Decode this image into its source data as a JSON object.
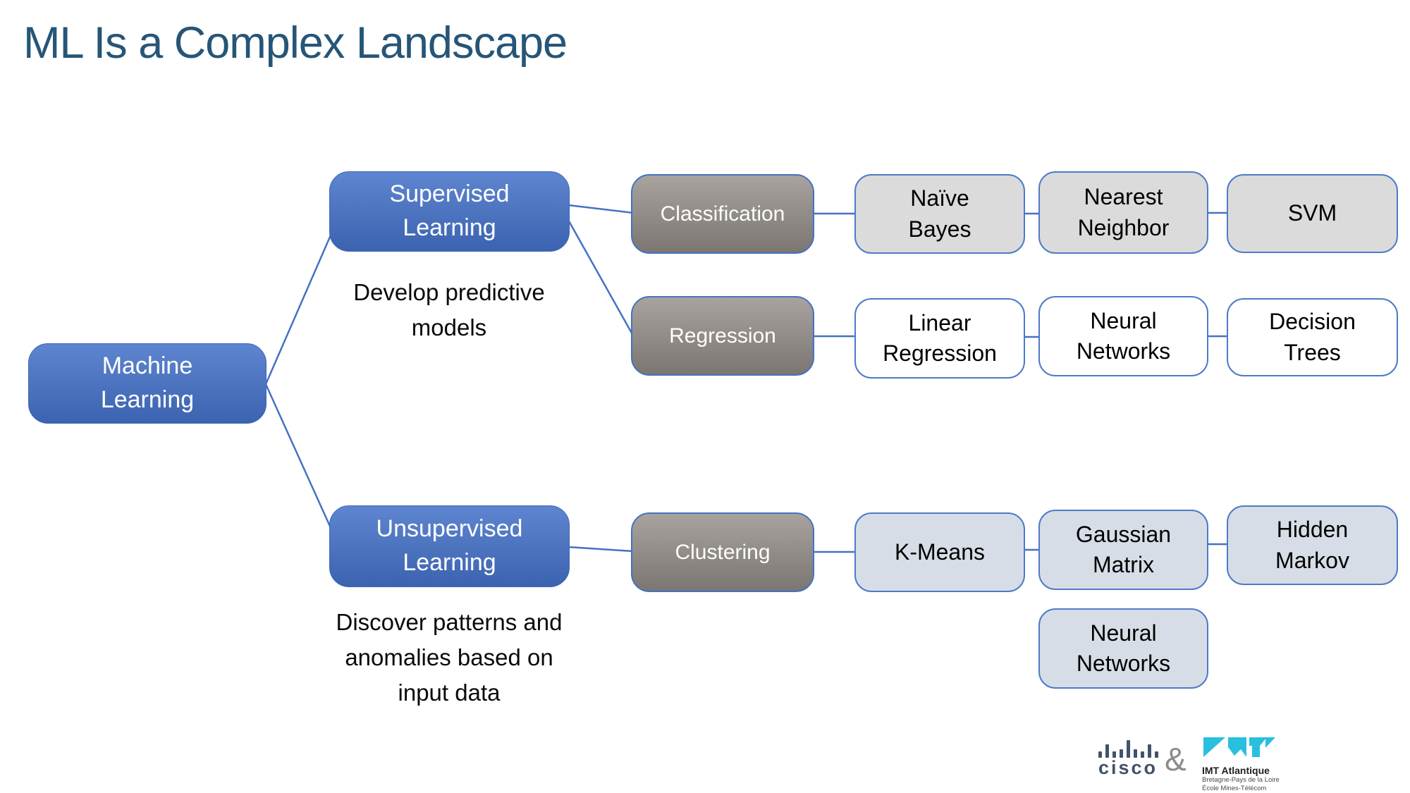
{
  "slide": {
    "title": "ML Is a Complex Landscape"
  },
  "tree": {
    "root": {
      "label": "Machine\nLearning"
    },
    "branches": [
      {
        "label": "Supervised\nLearning",
        "caption": "Develop predictive\nmodels",
        "categories": [
          {
            "label": "Classification",
            "methods": [
              {
                "label": "Naïve\nBayes"
              },
              {
                "label": "Nearest\nNeighbor"
              },
              {
                "label": "SVM"
              }
            ]
          },
          {
            "label": "Regression",
            "methods": [
              {
                "label": "Linear\nRegression"
              },
              {
                "label": "Neural\nNetworks"
              },
              {
                "label": "Decision\nTrees"
              }
            ]
          }
        ]
      },
      {
        "label": "Unsupervised\nLearning",
        "caption": "Discover patterns and\nanomalies based on\ninput data",
        "categories": [
          {
            "label": "Clustering",
            "methods": [
              {
                "label": "K-Means"
              },
              {
                "label": "Gaussian\nMatrix"
              },
              {
                "label": "Hidden\nMarkov"
              },
              {
                "label": "Neural\nNetworks"
              }
            ]
          }
        ]
      }
    ]
  },
  "footer": {
    "cisco_wordmark": "cisco",
    "separator": "&",
    "imt_name": "IMT Atlantique",
    "imt_region": "Bretagne-Pays de la Loire",
    "imt_school": "École Mines-Télécom"
  },
  "colors": {
    "accent_blue": "#4472C4",
    "node_blue_top": "#5E85CF",
    "node_blue_bottom": "#3C63B0",
    "node_gray_top": "#A8A39E",
    "node_gray_bottom": "#7B7671",
    "node_lightgray_fill": "#DBDBDB",
    "node_bluegray_fill": "#D7DDE6",
    "title_color": "#265577",
    "cisco_color": "#42526B",
    "imt_cyan": "#29BFDF"
  }
}
